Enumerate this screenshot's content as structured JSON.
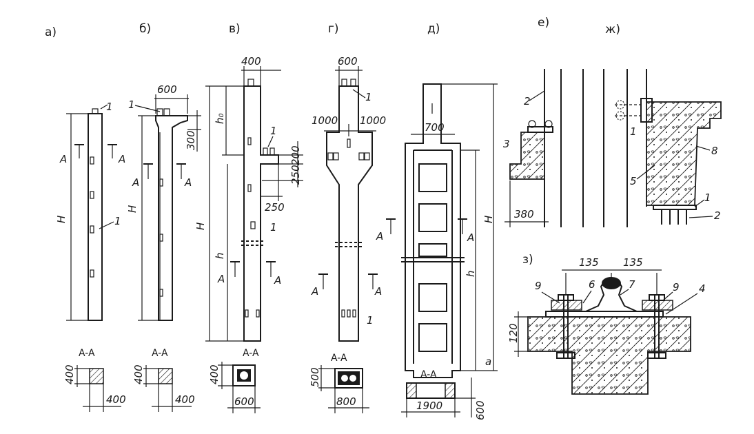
{
  "panels": {
    "a": {
      "letter": "а)",
      "dims": [
        "H",
        "A",
        "A",
        "1",
        "1",
        "A-A",
        "400",
        "400"
      ]
    },
    "b": {
      "letter": "б)",
      "dims": [
        "600",
        "1",
        "300",
        "H",
        "A",
        "A",
        "A-A",
        "400",
        "400"
      ]
    },
    "v": {
      "letter": "в)",
      "dims": [
        "400",
        "h₀",
        "1",
        "200",
        "250",
        "250",
        "H",
        "h",
        "1",
        "A",
        "A",
        "A-A",
        "400",
        "600"
      ]
    },
    "g": {
      "letter": "г)",
      "dims": [
        "600",
        "1",
        "1000",
        "1000",
        "A",
        "A",
        "1",
        "A-A",
        "500",
        "800"
      ]
    },
    "d": {
      "letter": "д)",
      "dims": [
        "700",
        "H",
        "h",
        "A",
        "A",
        "a",
        "A-A",
        "1900",
        "600"
      ]
    },
    "e": {
      "letter": "е)",
      "dims": [
        "2",
        "3",
        "380"
      ]
    },
    "zh": {
      "letter": "ж)",
      "dims": [
        "1",
        "8",
        "5",
        "1",
        "2"
      ]
    },
    "z": {
      "letter": "з)",
      "dims": [
        "135",
        "135",
        "9",
        "6",
        "7",
        "9",
        "4",
        "120"
      ]
    }
  },
  "icons": [
    "column-drawing",
    "rail-fastening-section",
    "crane-console"
  ]
}
